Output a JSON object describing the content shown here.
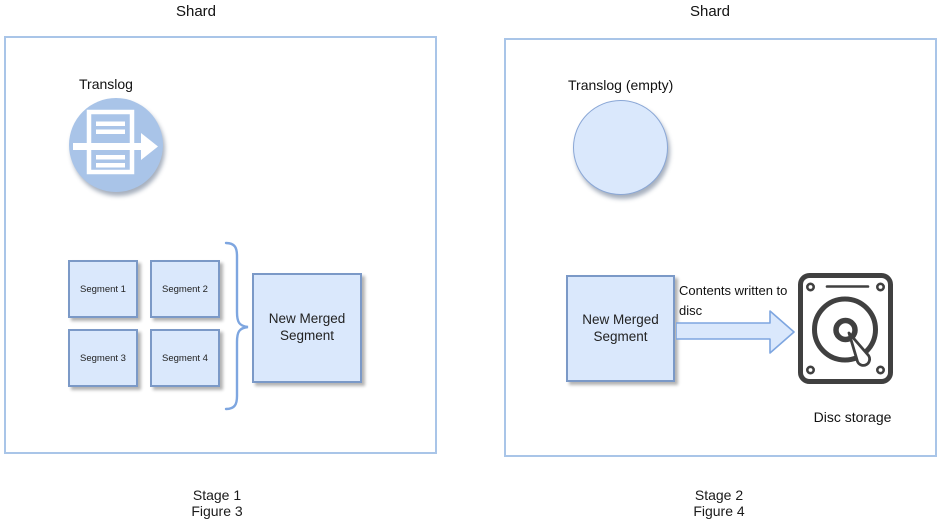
{
  "colors": {
    "panel_border": "#a9c5e8",
    "node_fill": "#dae8fc",
    "node_border": "#7b99c7",
    "accent_blue": "#7ea6e0",
    "translog_icon_fill": "#a9c4e8",
    "disk_icon_stroke": "#404040",
    "text": "#1a1a1a"
  },
  "icons": {
    "translog": "translog-document-arrow-icon",
    "disk": "hard-disk-icon",
    "brace": "merge-brace"
  },
  "panels": {
    "left": {
      "title": "Shard",
      "translog_label": "Translog",
      "segments": [
        "Segment 1",
        "Segment 2",
        "Segment 3",
        "Segment 4"
      ],
      "merged_segment_label": "New Merged Segment",
      "stage_label": "Stage 1",
      "figure_label": "Figure 3"
    },
    "right": {
      "title": "Shard",
      "translog_label": "Translog (empty)",
      "merged_segment_label": "New Merged Segment",
      "arrow_label": "Contents written to disc",
      "disk_label": "Disc storage",
      "stage_label": "Stage 2",
      "figure_label": "Figure 4"
    }
  }
}
